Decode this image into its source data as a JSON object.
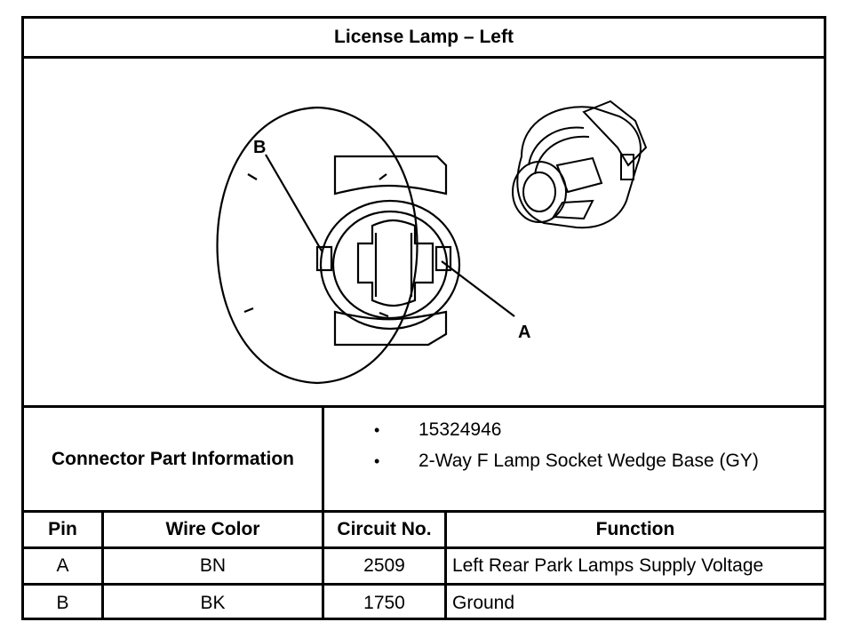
{
  "title": "License Lamp – Left",
  "figure": {
    "callouts": [
      "B",
      "A"
    ]
  },
  "connector_part_information": {
    "label": "Connector Part Information",
    "bullet": "•",
    "items": [
      "15324946",
      "2-Way F Lamp Socket Wedge Base (GY)"
    ]
  },
  "table": {
    "headers": [
      "Pin",
      "Wire Color",
      "Circuit No.",
      "Function"
    ],
    "rows": [
      [
        "A",
        "BN",
        "2509",
        "Left Rear Park Lamps Supply Voltage"
      ],
      [
        "B",
        "BK",
        "1750",
        "Ground"
      ]
    ]
  }
}
